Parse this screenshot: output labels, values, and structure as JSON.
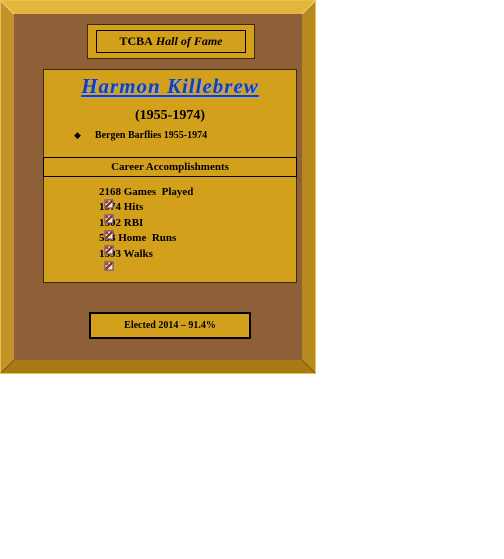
{
  "plaque": {
    "title_prefix": "TCBA",
    "title_italic": "Hall of Fame",
    "player_name": "Harmon Killebrew",
    "years": "(1955-1974)",
    "teams": [
      "Bergen Barflies 1955-1974"
    ],
    "section_heading": "Career Accomplishments",
    "accomplishments": [
      "2168 Games  Played",
      "1974 Hits",
      "1502 RBI",
      "553 Home  Runs",
      "1393 Walks"
    ],
    "elected": "Elected 2014 – 91.4%"
  },
  "colors": {
    "frame_gold": "#d3a01c",
    "board_brown": "#8f5f37",
    "name_blue": "#1a3fa6"
  },
  "icons": {
    "team_bullet": "diamond-icon",
    "accomplishment_bullet": "baseball-bat-icon"
  }
}
